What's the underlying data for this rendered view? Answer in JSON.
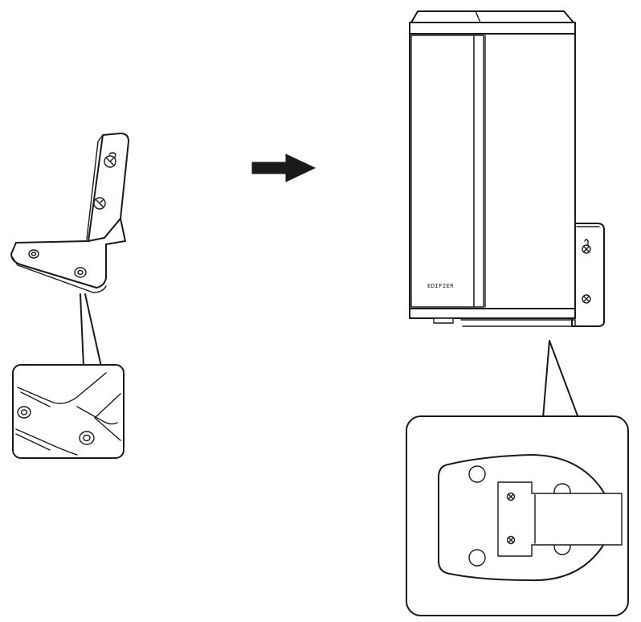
{
  "figure": {
    "product_logo_text": "EDIFIER",
    "accent_color": "#1a1a1a",
    "background_color": "#ffffff",
    "steps": [
      {
        "id": "bracket",
        "icon": "l-bracket-icon"
      },
      {
        "id": "arrow",
        "icon": "arrow-right-icon"
      },
      {
        "id": "speaker-mounted",
        "icon": "speaker-with-bracket-icon"
      }
    ]
  }
}
